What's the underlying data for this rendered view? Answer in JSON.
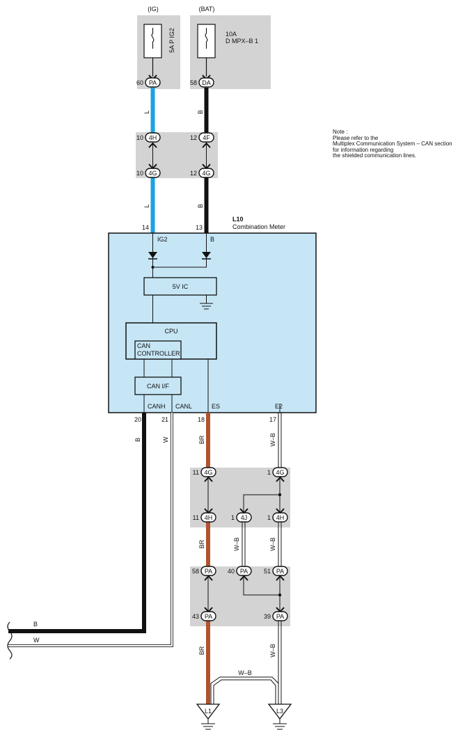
{
  "sources": {
    "ig_label": "(IG)",
    "bat_label": "(BAT)",
    "ig_fuse": "5A P IG2",
    "bat_fuse_amp": "10A",
    "bat_fuse_name": "D MPX–B 1"
  },
  "connectors": {
    "pa": "PA",
    "da": "DA",
    "c4h": "4H",
    "c4f": "4F",
    "c4g": "4G",
    "c4j": "4J"
  },
  "pins": {
    "p60": "60",
    "p58": "58",
    "p10": "10",
    "p12": "12",
    "p14": "14",
    "p13": "13",
    "p20": "20",
    "p21": "21",
    "p18": "18",
    "p17": "17",
    "p11": "11",
    "p1": "1",
    "p40": "40",
    "p51": "51",
    "p43": "43",
    "p39": "39"
  },
  "wires": {
    "l": "L",
    "b": "B",
    "w": "W",
    "br": "BR",
    "wb": "W–B"
  },
  "meter": {
    "id": "L10",
    "name": "Combination Meter",
    "ig2": "IG2",
    "b": "B",
    "ic": "5V IC",
    "cpu": "CPU",
    "can_ctrl_1": "CAN",
    "can_ctrl_2": "CONTROLLER",
    "can_if": "CAN I/F",
    "canh": "CANH",
    "canl": "CANL",
    "es": "ES",
    "e2": "E2"
  },
  "grounds": {
    "l1": "L1",
    "l3": "L3"
  },
  "note": {
    "line1": "Note :",
    "line2": "Please refer to the",
    "line3": "Multiplex Communication System – CAN section",
    "line4": "for information regarding",
    "line5": "the shielded communication lines."
  },
  "colors": {
    "blue_wire": "#1aa3e0",
    "black_wire": "#111111",
    "brown_wire": "#b0532e",
    "meter_fill": "#c6e6f6",
    "junction_fill": "#d3d3d3"
  }
}
